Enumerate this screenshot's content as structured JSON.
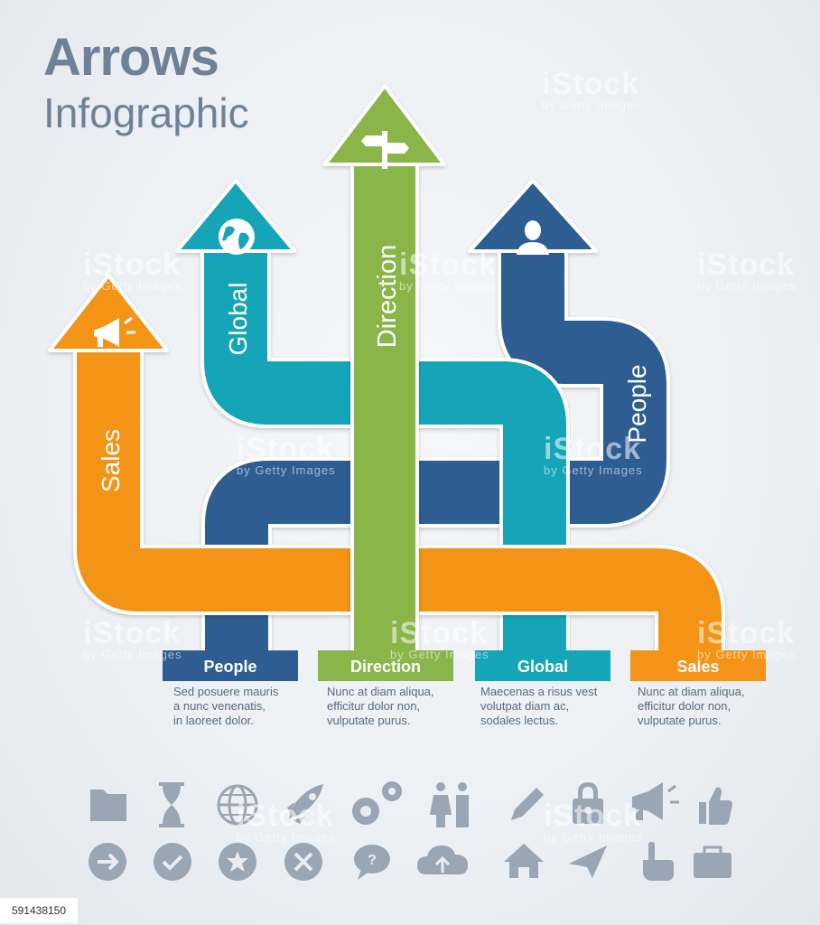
{
  "title": {
    "line1": "Arrows",
    "line2": "Infographic"
  },
  "arrow_labels": {
    "sales": "Sales",
    "global": "Global",
    "direction": "Direction",
    "people": "People"
  },
  "boxes": [
    {
      "label": "People",
      "color": "#2f5d92",
      "text": "Sed posuere mauris\na nunc venenatis,\nin laoreet dolor."
    },
    {
      "label": "Direction",
      "color": "#8ab54a",
      "text": "Nunc at diam aliqua,\nefficitur dolor non,\nvulputate purus."
    },
    {
      "label": "Global",
      "color": "#15a5b8",
      "text": "Maecenas a risus vest\nvolutpat diam ac,\nsodales lectus."
    },
    {
      "label": "Sales",
      "color": "#f39418",
      "text": "Nunc at diam aliqua,\nefficitur dolor non,\nvulputate purus."
    }
  ],
  "colors": {
    "sales": "#f39418",
    "global": "#15a5b8",
    "direction": "#8ab54a",
    "people": "#2f5d92",
    "icon_gray": "#9aa6b4"
  },
  "arrow_icons": [
    "megaphone-icon",
    "globe-icon",
    "signpost-icon",
    "person-icon"
  ],
  "icons_row1": [
    "folder-icon",
    "hourglass-icon",
    "globe-icon",
    "rocket-icon",
    "gears-icon",
    "couple-icon",
    "pencil-icon",
    "padlock-icon",
    "megaphone-icon",
    "thumbs-up-icon"
  ],
  "icons_row2": [
    "arrow-right-circle-icon",
    "checkmark-circle-icon",
    "star-circle-icon",
    "x-circle-icon",
    "question-bubble-icon",
    "cloud-upload-icon",
    "house-icon",
    "paper-plane-icon",
    "pointing-hand-icon",
    "briefcase-icon"
  ],
  "watermark": {
    "main": "iStock",
    "sub": "by Getty Images"
  },
  "stock_id": "591438150"
}
